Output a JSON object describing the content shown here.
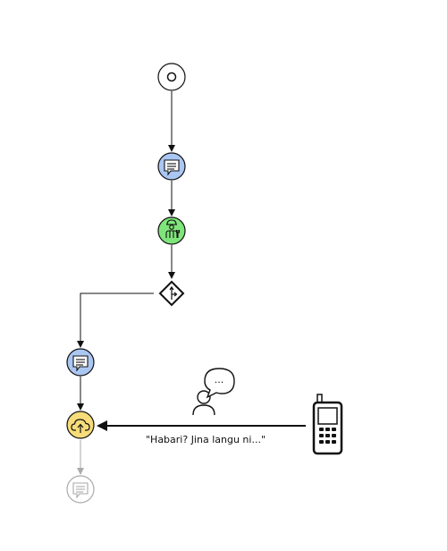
{
  "flow": {
    "nodes": [
      {
        "id": "start",
        "kind": "start-event"
      },
      {
        "id": "message-1",
        "kind": "message-task",
        "fill": "#aac6f2"
      },
      {
        "id": "agent",
        "kind": "agent-task",
        "fill": "#7fe57a"
      },
      {
        "id": "gateway",
        "kind": "decision-gateway"
      },
      {
        "id": "message-2",
        "kind": "message-task",
        "fill": "#aac6f2"
      },
      {
        "id": "upload",
        "kind": "cloud-upload-task",
        "fill": "#f7dc7a"
      },
      {
        "id": "message-3",
        "kind": "message-task-inactive",
        "fill": "#ffffff"
      }
    ],
    "incoming_message": {
      "text": "\"Habari? Jina langu ni...\"",
      "speech_bubble_text": "...",
      "source_device": "mobile-phone-icon",
      "sender": "person-icon"
    }
  },
  "colors": {
    "line": "#111111",
    "inactive": "#aaaaaa",
    "message": "#aac6f2",
    "agent": "#7fe57a",
    "upload": "#f7dc7a"
  }
}
